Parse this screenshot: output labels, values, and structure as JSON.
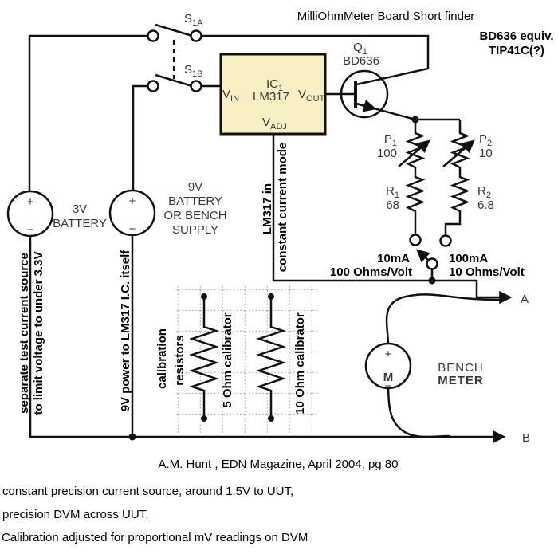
{
  "title": "MilliOhmMeter Board Short finder",
  "colors": {
    "ic_fill": "#f8f0c3",
    "accent_orange": "#f2a12f",
    "wire": "#111111",
    "label_gray": "#35373b"
  },
  "header_note": {
    "line1": "BD636 equiv.",
    "line2": "TIP41C(?)"
  },
  "switches": {
    "s1a": {
      "ref": "S",
      "sub": "1A"
    },
    "s1b": {
      "ref": "S",
      "sub": "1B"
    }
  },
  "regulator": {
    "ref": "IC",
    "ref_sub": "1",
    "part": "LM317",
    "pin_in": "V",
    "pin_in_sub": "IN",
    "pin_out": "V",
    "pin_out_sub": "OUT",
    "pin_adj": "V",
    "pin_adj_sub": "ADJ"
  },
  "transistor": {
    "ref": "Q",
    "ref_sub": "1",
    "part": "BD636"
  },
  "resistors": {
    "p1": {
      "ref": "P",
      "sub": "1",
      "value": "100"
    },
    "p2": {
      "ref": "P",
      "sub": "2",
      "value": "10"
    },
    "r1": {
      "ref": "R",
      "sub": "1",
      "value": "68"
    },
    "r2": {
      "ref": "R",
      "sub": "2",
      "value": "6.8"
    }
  },
  "batteries": {
    "b3": {
      "plus": "+",
      "minus": "−",
      "label1": "3V",
      "label2": "BATTERY"
    },
    "b9": {
      "plus": "+",
      "minus": "−",
      "label1": "9V",
      "label2": "BATTERY",
      "label3": "OR BENCH",
      "label4": "SUPPLY"
    }
  },
  "ranges": {
    "left_current": "10mA",
    "left_scale": "100 Ohms/Volt",
    "right_current": "100mA",
    "right_scale": "10 Ohms/Volt"
  },
  "meter": {
    "plus": "+",
    "minus": "−",
    "symbol": "M",
    "label1": "BENCH",
    "label2": "METER"
  },
  "terminals": {
    "a": "A",
    "b": "B"
  },
  "vertical_notes": {
    "test_source_1": "separate test current source",
    "test_source_2": "to limit voltage to under 3.3V",
    "nine_v": "9V power to LM317 I.C. itself",
    "lm317_1": "LM317 in",
    "lm317_2": "constant current mode",
    "calibration_1": "calibration",
    "calibration_2": "resistors",
    "cal_5": "5 Ohm calibrator",
    "cal_10": "10 Ohm calibrator"
  },
  "captions": {
    "line1": "A.M. Hunt , EDN Magazine, April 2004, pg 80",
    "line2": "constant precision current source, around 1.5V to UUT,",
    "line3": "precision DVM across UUT,",
    "line4": "Calibration adjusted for proportional mV readings on DVM"
  }
}
